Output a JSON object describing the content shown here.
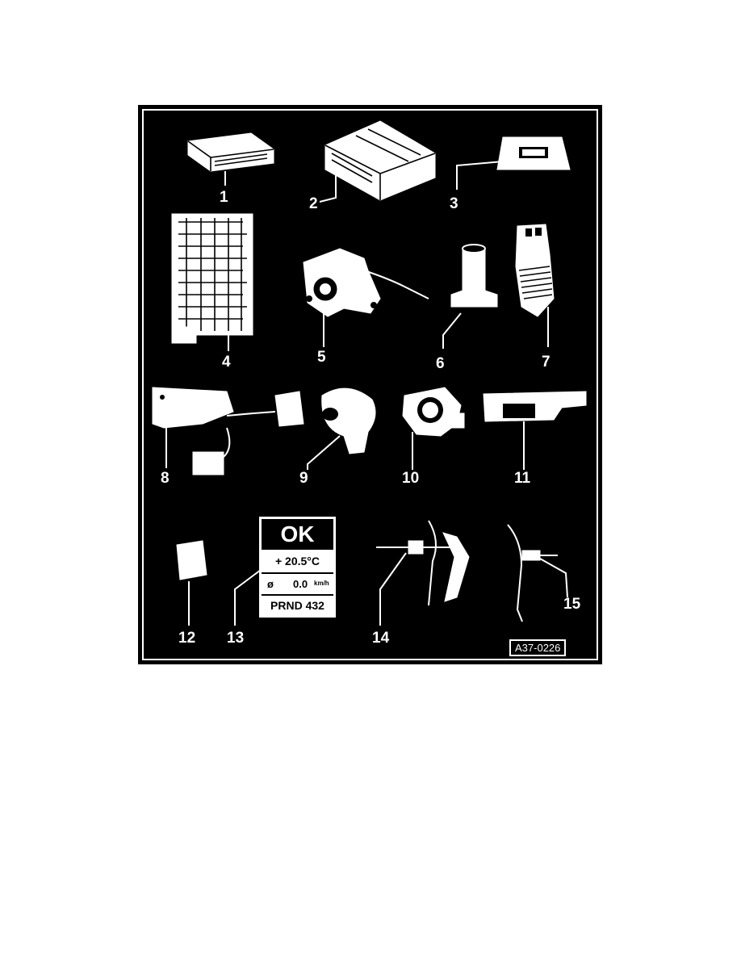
{
  "figure": {
    "code": "A37-0226",
    "components": [
      {
        "number": "1"
      },
      {
        "number": "2"
      },
      {
        "number": "3"
      },
      {
        "number": "4"
      },
      {
        "number": "5"
      },
      {
        "number": "6"
      },
      {
        "number": "7"
      },
      {
        "number": "8"
      },
      {
        "number": "9"
      },
      {
        "number": "10"
      },
      {
        "number": "11"
      },
      {
        "number": "12"
      },
      {
        "number": "13"
      },
      {
        "number": "14"
      },
      {
        "number": "15"
      }
    ],
    "display_panel": {
      "status": "OK",
      "temperature": "+ 20.5°C",
      "speed_symbol": "ø",
      "speed_value": "0.0",
      "speed_unit": "km/h",
      "gear_positions": "PRND 432"
    }
  },
  "colors": {
    "background": "#000000",
    "lines": "#ffffff",
    "page": "#ffffff"
  }
}
